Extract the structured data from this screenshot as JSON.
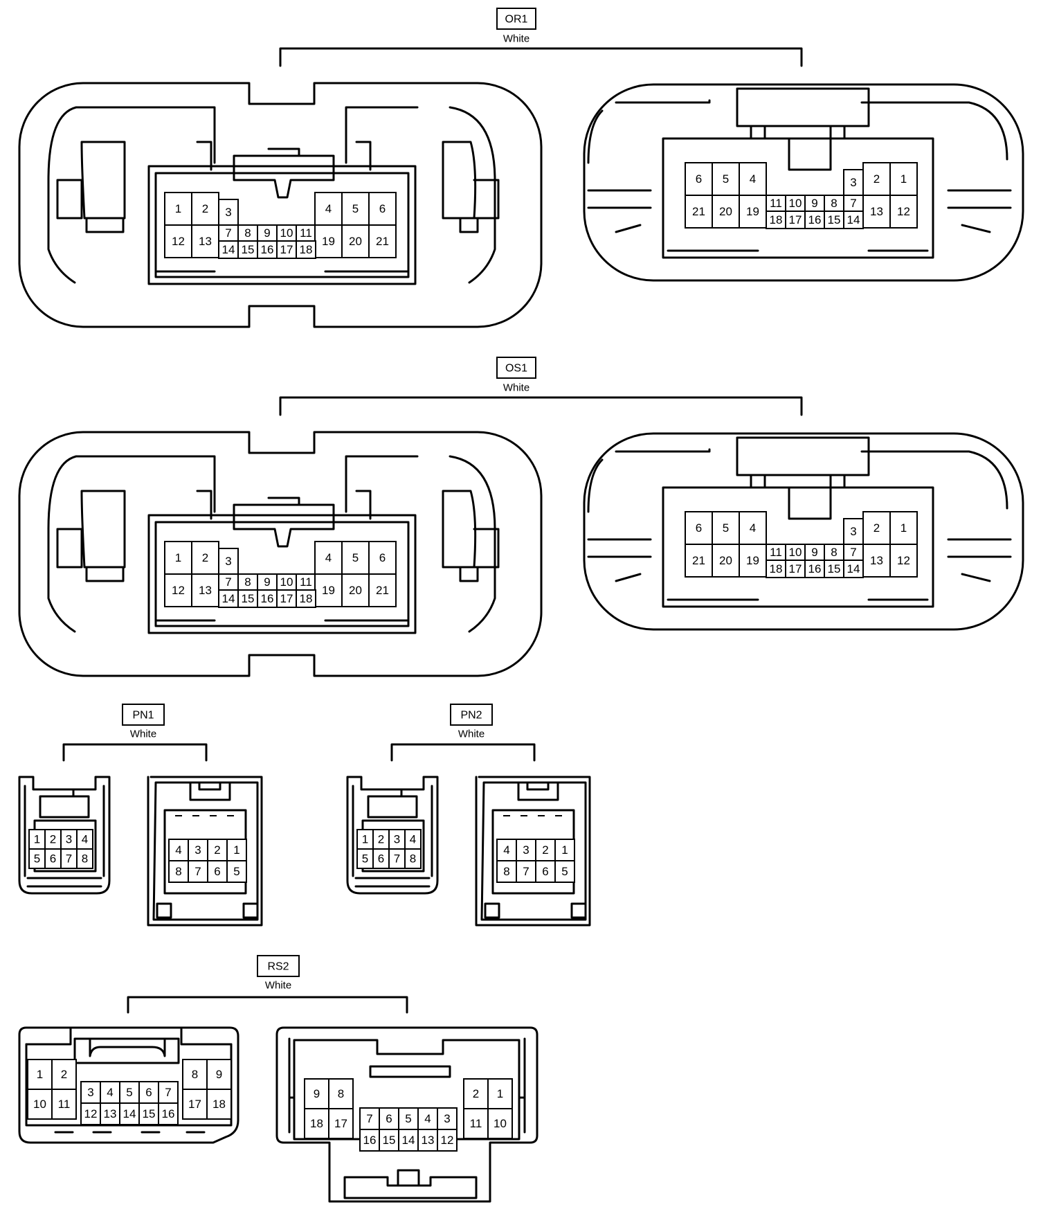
{
  "connectors": [
    {
      "id": "OR1",
      "color": "White",
      "left_pins": {
        "top": [
          "1",
          "2",
          "3",
          "4",
          "5",
          "6"
        ],
        "mid": [
          "12",
          "13",
          "7",
          "8",
          "9",
          "10",
          "11",
          "19",
          "20",
          "21"
        ],
        "bottom": [
          "14",
          "15",
          "16",
          "17",
          "18"
        ]
      },
      "right_pins": {
        "top": [
          "6",
          "5",
          "4",
          "3",
          "2",
          "1"
        ],
        "mid": [
          "21",
          "20",
          "19",
          "11",
          "10",
          "9",
          "8",
          "7",
          "13",
          "12"
        ],
        "bottom": [
          "18",
          "17",
          "16",
          "15",
          "14"
        ]
      }
    },
    {
      "id": "OS1",
      "color": "White",
      "left_pins": {
        "top": [
          "1",
          "2",
          "3",
          "4",
          "5",
          "6"
        ],
        "mid": [
          "12",
          "13",
          "7",
          "8",
          "9",
          "10",
          "11",
          "19",
          "20",
          "21"
        ],
        "bottom": [
          "14",
          "15",
          "16",
          "17",
          "18"
        ]
      },
      "right_pins": {
        "top": [
          "6",
          "5",
          "4",
          "3",
          "2",
          "1"
        ],
        "mid": [
          "21",
          "20",
          "19",
          "11",
          "10",
          "9",
          "8",
          "7",
          "13",
          "12"
        ],
        "bottom": [
          "18",
          "17",
          "16",
          "15",
          "14"
        ]
      }
    },
    {
      "id": "PN1",
      "color": "White",
      "left_pins": [
        [
          "1",
          "2",
          "3",
          "4"
        ],
        [
          "5",
          "6",
          "7",
          "8"
        ]
      ],
      "right_pins": [
        [
          "4",
          "3",
          "2",
          "1"
        ],
        [
          "8",
          "7",
          "6",
          "5"
        ]
      ]
    },
    {
      "id": "PN2",
      "color": "White",
      "left_pins": [
        [
          "1",
          "2",
          "3",
          "4"
        ],
        [
          "5",
          "6",
          "7",
          "8"
        ]
      ],
      "right_pins": [
        [
          "4",
          "3",
          "2",
          "1"
        ],
        [
          "8",
          "7",
          "6",
          "5"
        ]
      ]
    },
    {
      "id": "RS2",
      "color": "White",
      "left_pins": {
        "left_top": [
          "1",
          "2"
        ],
        "left_bottom": [
          "10",
          "11"
        ],
        "center_top": [
          "3",
          "4",
          "5",
          "6",
          "7"
        ],
        "center_bottom": [
          "12",
          "13",
          "14",
          "15",
          "16"
        ],
        "right_top": [
          "8",
          "9"
        ],
        "right_bottom": [
          "17",
          "18"
        ]
      },
      "right_pins": {
        "left_top": [
          "9",
          "8"
        ],
        "left_bottom": [
          "18",
          "17"
        ],
        "center_top": [
          "7",
          "6",
          "5",
          "4",
          "3"
        ],
        "center_bottom": [
          "16",
          "15",
          "14",
          "13",
          "12"
        ],
        "right_top": [
          "2",
          "1"
        ],
        "right_bottom": [
          "11",
          "10"
        ]
      }
    }
  ]
}
